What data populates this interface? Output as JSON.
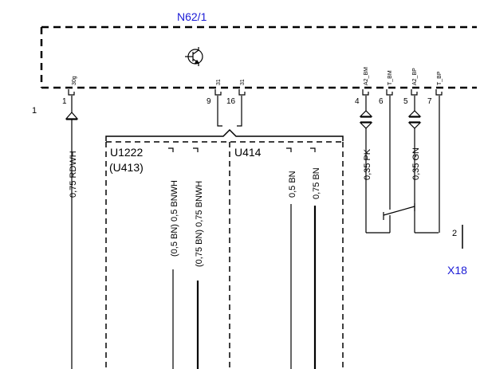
{
  "module": {
    "name": "N62/1",
    "color": "#1a1ad6",
    "pins": [
      {
        "num": "1",
        "signal": "30g"
      },
      {
        "num": "9",
        "signal": "31"
      },
      {
        "num": "16",
        "signal": "31"
      },
      {
        "num": "4",
        "signal": "A2_BM"
      },
      {
        "num": "6",
        "signal": "T_BM"
      },
      {
        "num": "5",
        "signal": "A2_BP"
      },
      {
        "num": "7",
        "signal": "T_BP"
      }
    ]
  },
  "sheet_ref": "1",
  "groups": {
    "left": {
      "name": "U1222",
      "alt": "(U413)"
    },
    "right": {
      "name": "U414"
    }
  },
  "wires": {
    "rdwh": "0,75 RDWH",
    "bnwh_05": "0,5 BNWH",
    "bnwh_075": "0,75 BNWH",
    "bnwh_05_alt": "(0,5 BN)",
    "bnwh_075_alt": "(0,75 BN)",
    "bn_05": "0,5 BN",
    "bn_075": "0,75 BN",
    "pk": "0,35 PK",
    "gn": "0,35 GN"
  },
  "connector": {
    "pin": "2",
    "name": "X18",
    "color": "#1a1ad6"
  }
}
